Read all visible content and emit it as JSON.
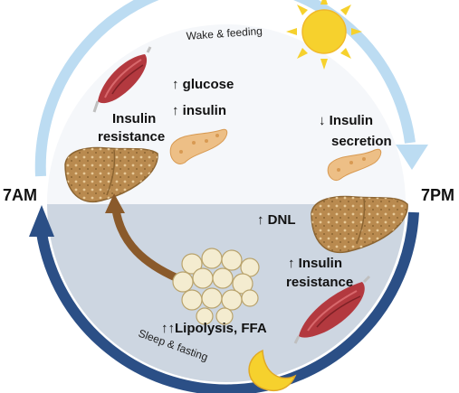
{
  "diagram": {
    "time_left": "7AM",
    "time_right": "7PM",
    "arc_top_label": "Wake & feeding",
    "arc_bottom_label": "Sleep & fasting",
    "day": {
      "glucose": "↑ glucose",
      "insulin": "↑ insulin",
      "insulin_resistance_line1": "Insulin",
      "insulin_resistance_line2": "resistance",
      "insulin_secretion_line1": "↓ Insulin",
      "insulin_secretion_line2": "secretion"
    },
    "night": {
      "dnl": "↑ DNL",
      "insulin_resistance_line1": "↑ Insulin",
      "insulin_resistance_line2": "resistance",
      "lipolysis": "↑↑Lipolysis, FFA"
    },
    "colors": {
      "day_arc": "#bcdcf2",
      "night_arc": "#2b4f86",
      "night_fill": "#cdd6e1",
      "liver": "#b98a4f",
      "pancreas": "#edbf86",
      "muscle": "#b3393f",
      "sun": "#f6d12d",
      "moon": "#f6d12d",
      "adipose": "#f4ecd0",
      "fat_arrow": "#8a5a2b"
    }
  }
}
